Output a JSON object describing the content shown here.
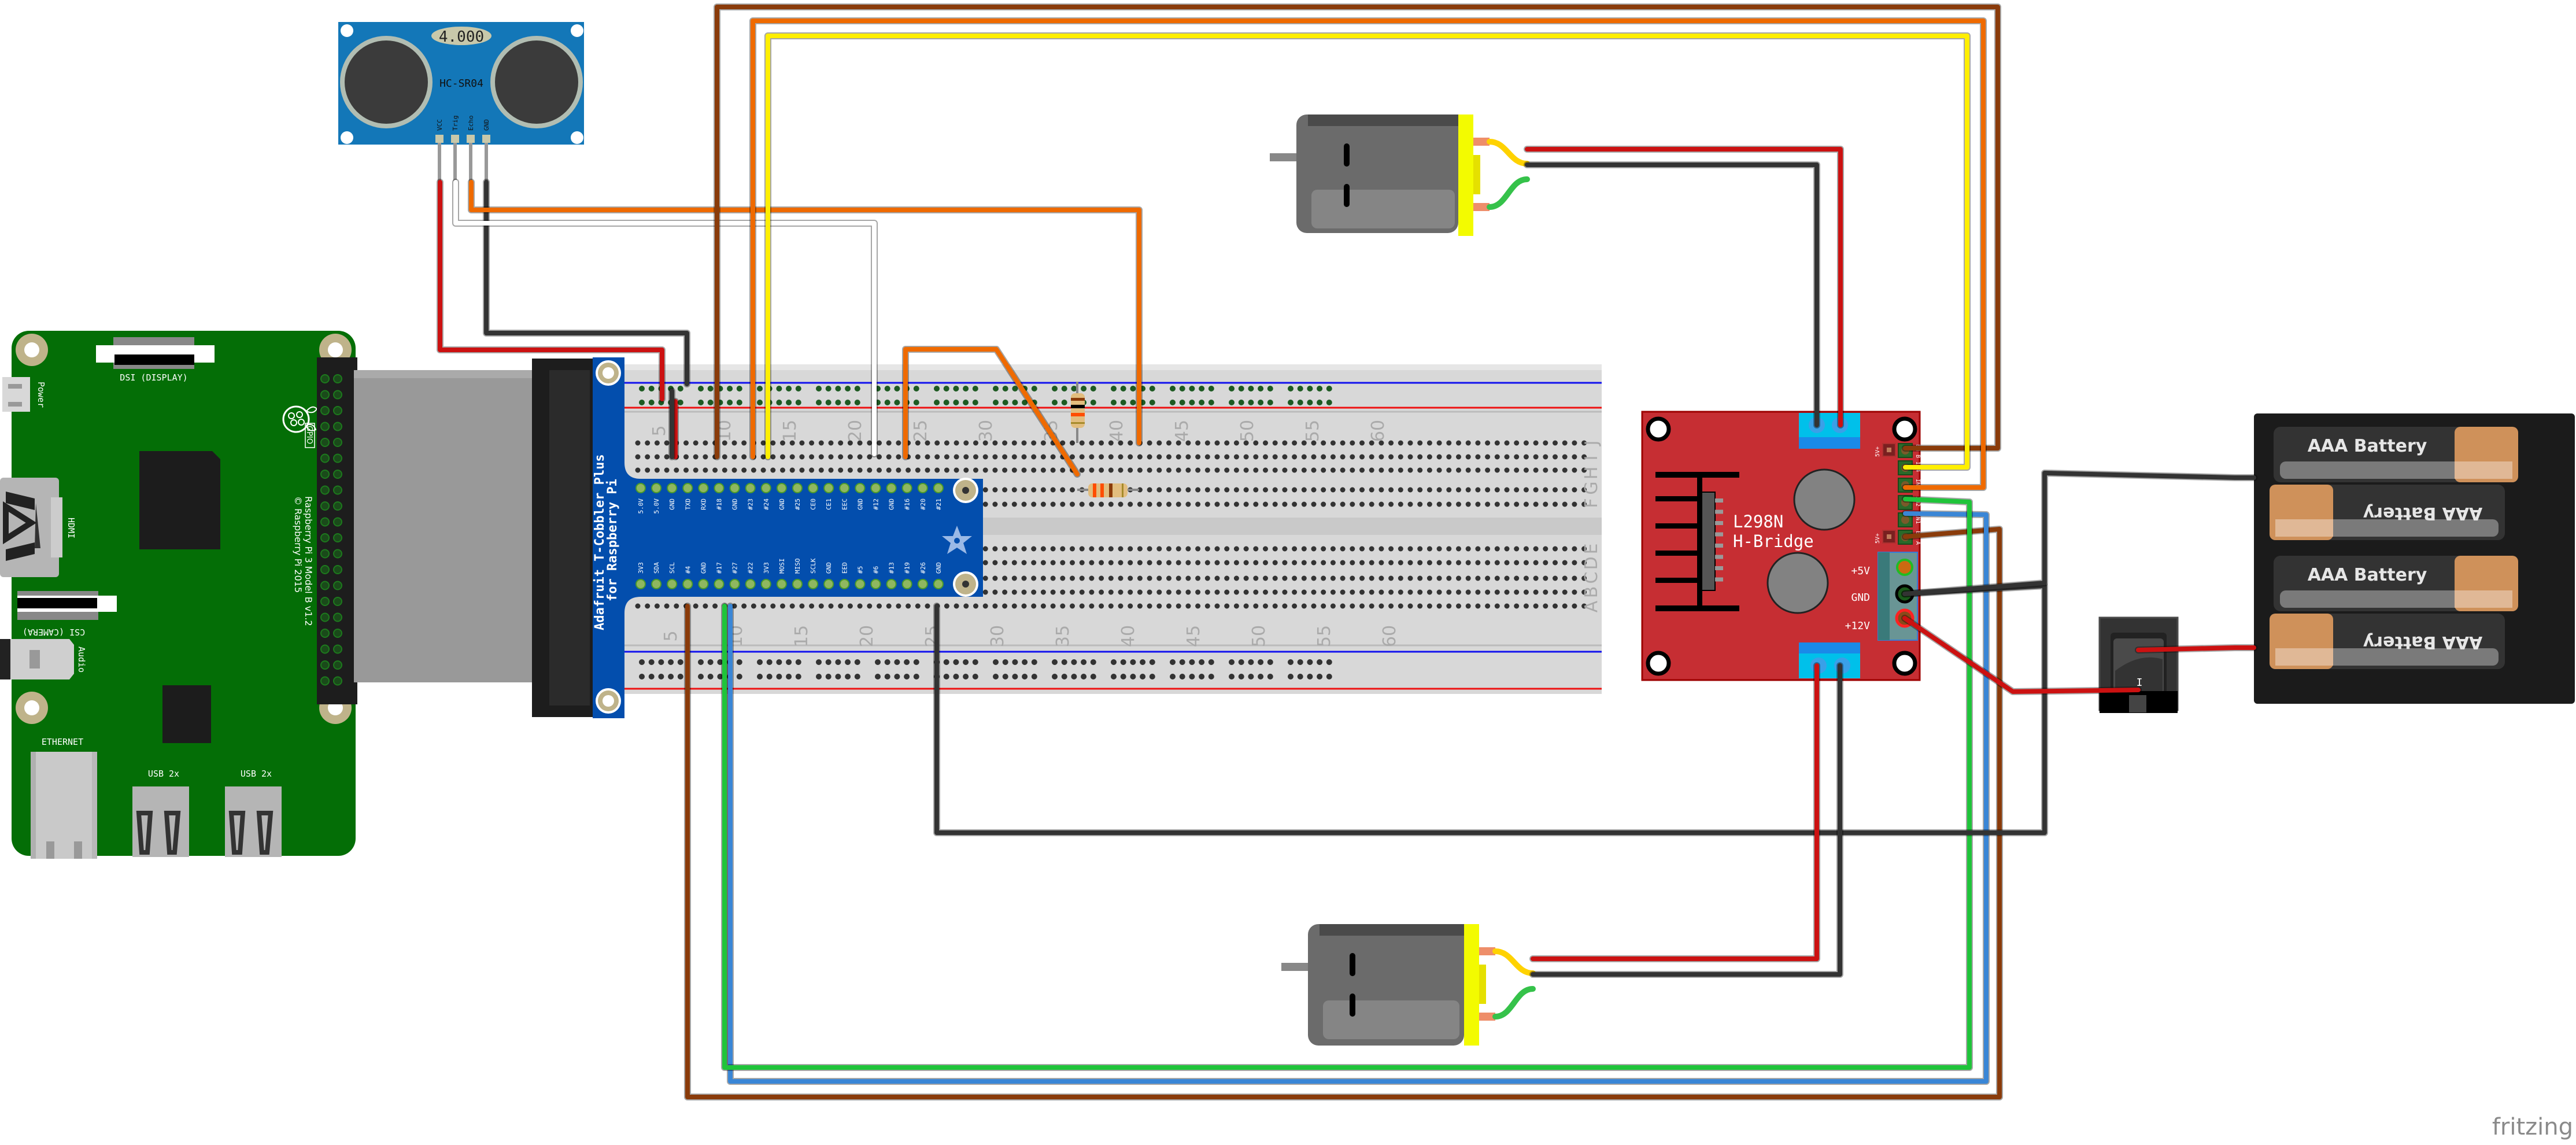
{
  "watermark": "fritzing",
  "ultrasonic_sensor": {
    "model": "HC-SR04",
    "display_value": "4.000",
    "pins": [
      "VCC",
      "Trig",
      "Echo",
      "GND"
    ]
  },
  "raspberry_pi": {
    "model_text": "Raspberry Pi 3 Model B v1.2",
    "copyright_text": "© Raspberry Pi 2015",
    "labels": {
      "dsi": "DSI (DISPLAY)",
      "power": "Power",
      "hdmi": "HDMI",
      "csi": "CSI (CAMERA)",
      "audio": "Audio",
      "ethernet": "ETHERNET",
      "usb1": "USB 2x",
      "usb2": "USB 2x",
      "gpio": "GPIO"
    }
  },
  "cobbler": {
    "title_line1": "Adafruit T-Cobbler Plus",
    "title_line2": "for Raspberry Pi",
    "top_pins": [
      "5.0V",
      "5.0V",
      "GND",
      "TXD",
      "RXD",
      "#18",
      "GND",
      "#23",
      "#24",
      "GND",
      "#25",
      "CE0",
      "CE1",
      "EEC",
      "GND",
      "#12",
      "GND",
      "#16",
      "#20",
      "#21"
    ],
    "bottom_pins": [
      "3V3",
      "SDA",
      "SCL",
      "#4",
      "GND",
      "#17",
      "#27",
      "#22",
      "3V3",
      "MOSI",
      "MISO",
      "SCLK",
      "GND",
      "EED",
      "#5",
      "#6",
      "#13",
      "#19",
      "#26",
      "GND"
    ]
  },
  "breadboard": {
    "column_numbers": [
      "5",
      "10",
      "15",
      "20",
      "25",
      "30",
      "35",
      "40",
      "45",
      "50",
      "55",
      "60"
    ],
    "row_letters_top": [
      "J",
      "I",
      "H",
      "G",
      "F"
    ],
    "row_letters_bottom": [
      "E",
      "D",
      "C",
      "B",
      "A"
    ]
  },
  "hbridge": {
    "title_line1": "L298N",
    "title_line2": "H-Bridge",
    "power_labels": [
      "+5V",
      "GND",
      "+12V"
    ],
    "control_pins": [
      "EN B",
      "IN4",
      "IN3",
      "IN2",
      "IN1",
      "EN A"
    ],
    "jumper_label": "5V+"
  },
  "battery_pack": {
    "cells": [
      "AAA Battery",
      "AAA Battery",
      "AAA Battery",
      "AAA Battery"
    ]
  },
  "switch": {
    "on_label": "I"
  },
  "wire_colors": {
    "red": "#cc1111",
    "black": "#333333",
    "brown": "#8a3b0a",
    "orange": "#ef6a00",
    "yellow": "#ffef00",
    "white": "#ffffff",
    "green": "#1fc43a",
    "blue": "#3a86d6"
  }
}
